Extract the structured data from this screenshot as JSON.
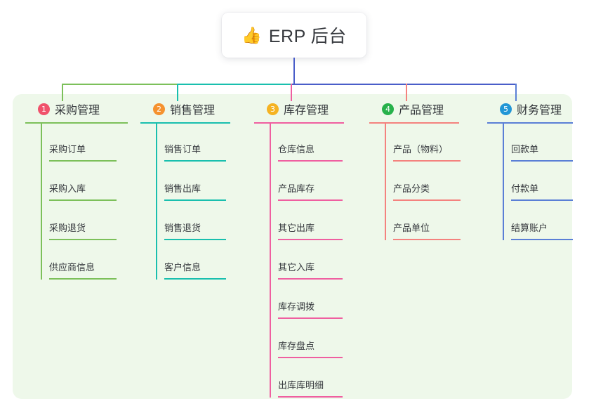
{
  "root": {
    "emoji": "👍",
    "emoji_name": "thumbs-up-emoji",
    "title": "ERP 后台"
  },
  "colors": {
    "panel_bg": "#eef8ea",
    "page_bg": "#ffffff",
    "root_stem": "#4a5ec9",
    "bus_left": "#7cc05a",
    "bus_mid": "#19bfae",
    "bus_right": "#4a5ec9",
    "text": "#35383d"
  },
  "columns": [
    {
      "number": "1",
      "label": "采购管理",
      "badge_color": "#f0526b",
      "line_color": "#7cc05a",
      "drop_color": "#7cc05a",
      "items": [
        "采购订单",
        "采购入库",
        "采购退货",
        "供应商信息"
      ]
    },
    {
      "number": "2",
      "label": "销售管理",
      "badge_color": "#f5922f",
      "line_color": "#19bfae",
      "drop_color": "#19bfae",
      "items": [
        "销售订单",
        "销售出库",
        "销售退货",
        "客户信息"
      ]
    },
    {
      "number": "3",
      "label": "库存管理",
      "badge_color": "#f5b322",
      "line_color": "#ef5fa0",
      "drop_color": "#ef5fa0",
      "items": [
        "仓库信息",
        "产品库存",
        "其它出库",
        "其它入库",
        "库存调拨",
        "库存盘点",
        "出库库明细"
      ]
    },
    {
      "number": "4",
      "label": "产品管理",
      "badge_color": "#27b14b",
      "line_color": "#f4827e",
      "drop_color": "#f4827e",
      "items": [
        "产品（物料）",
        "产品分类",
        "产品单位"
      ]
    },
    {
      "number": "5",
      "label": "财务管理",
      "badge_color": "#2196d6",
      "line_color": "#5a7fd6",
      "drop_color": "#5a7fd6",
      "items": [
        "回款单",
        "付款单",
        "结算账户"
      ]
    }
  ]
}
